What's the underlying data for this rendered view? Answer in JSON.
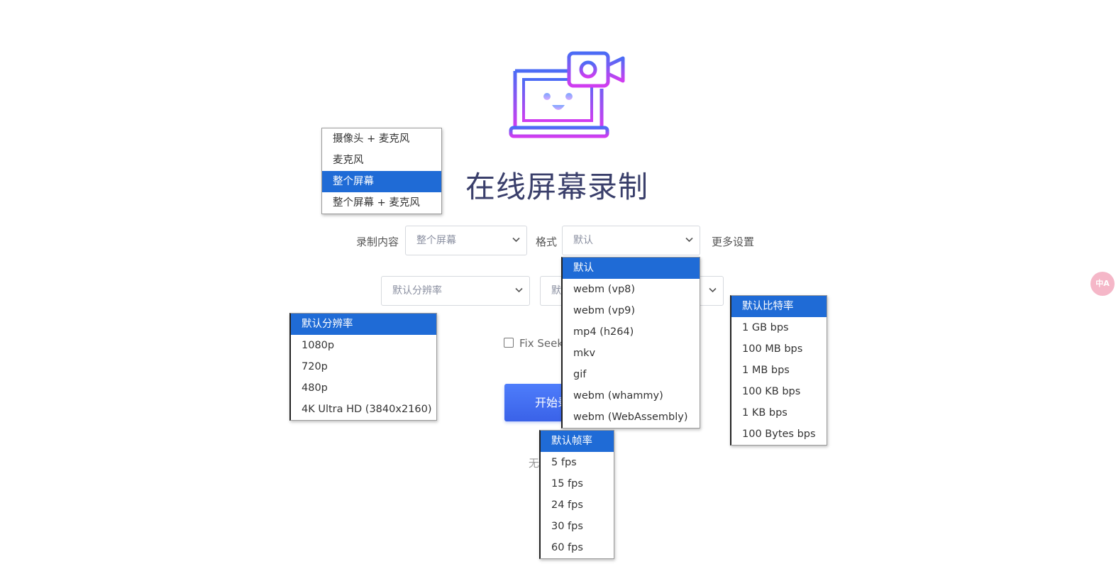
{
  "title": "在线屏幕录制",
  "content_label": "录制内容",
  "content_select": {
    "value": "整个屏幕"
  },
  "format_label": "格式",
  "format_select": {
    "value": "默认"
  },
  "more_settings": "更多设置",
  "resolution_select": {
    "value": "默认分辨率"
  },
  "framerate_select": {
    "value": "默"
  },
  "fix_seeking": {
    "label": "Fix Seeki",
    "checked": false
  },
  "start_button": "开始录",
  "status_text": "无",
  "translate_icon_text": "中A",
  "dropdowns": {
    "content": [
      {
        "label": "摄像头 + 麦克风",
        "selected": false
      },
      {
        "label": "麦克风",
        "selected": false
      },
      {
        "label": "整个屏幕",
        "selected": true
      },
      {
        "label": "整个屏幕 + 麦克风",
        "selected": false
      }
    ],
    "format": [
      {
        "label": "默认",
        "selected": true
      },
      {
        "label": "webm (vp8)",
        "selected": false
      },
      {
        "label": "webm (vp9)",
        "selected": false
      },
      {
        "label": "mp4 (h264)",
        "selected": false
      },
      {
        "label": "mkv",
        "selected": false
      },
      {
        "label": "gif",
        "selected": false
      },
      {
        "label": "webm (whammy)",
        "selected": false
      },
      {
        "label": "webm (WebAssembly)",
        "selected": false
      }
    ],
    "resolution": [
      {
        "label": "默认分辨率",
        "selected": true
      },
      {
        "label": "1080p",
        "selected": false
      },
      {
        "label": "720p",
        "selected": false
      },
      {
        "label": "480p",
        "selected": false
      },
      {
        "label": "4K Ultra HD (3840x2160)",
        "selected": false
      }
    ],
    "bitrate": [
      {
        "label": "默认比特率",
        "selected": true
      },
      {
        "label": "1 GB bps",
        "selected": false
      },
      {
        "label": "100 MB bps",
        "selected": false
      },
      {
        "label": "1 MB bps",
        "selected": false
      },
      {
        "label": "100 KB bps",
        "selected": false
      },
      {
        "label": "1 KB bps",
        "selected": false
      },
      {
        "label": "100 Bytes bps",
        "selected": false
      }
    ],
    "framerate": [
      {
        "label": "默认帧率",
        "selected": true
      },
      {
        "label": "5 fps",
        "selected": false
      },
      {
        "label": "15 fps",
        "selected": false
      },
      {
        "label": "24 fps",
        "selected": false
      },
      {
        "label": "30 fps",
        "selected": false
      },
      {
        "label": "60 fps",
        "selected": false
      }
    ]
  },
  "colors": {
    "accent": "#1f6bd6",
    "button": "#4e7dfb",
    "title": "#3a3f6b",
    "logo_top": "#4b6cf5",
    "logo_bottom": "#d13cf0"
  },
  "icons": {
    "logo": "laptop-camera-icon",
    "chevron": "chevron-down-icon",
    "translate": "translate-icon"
  }
}
